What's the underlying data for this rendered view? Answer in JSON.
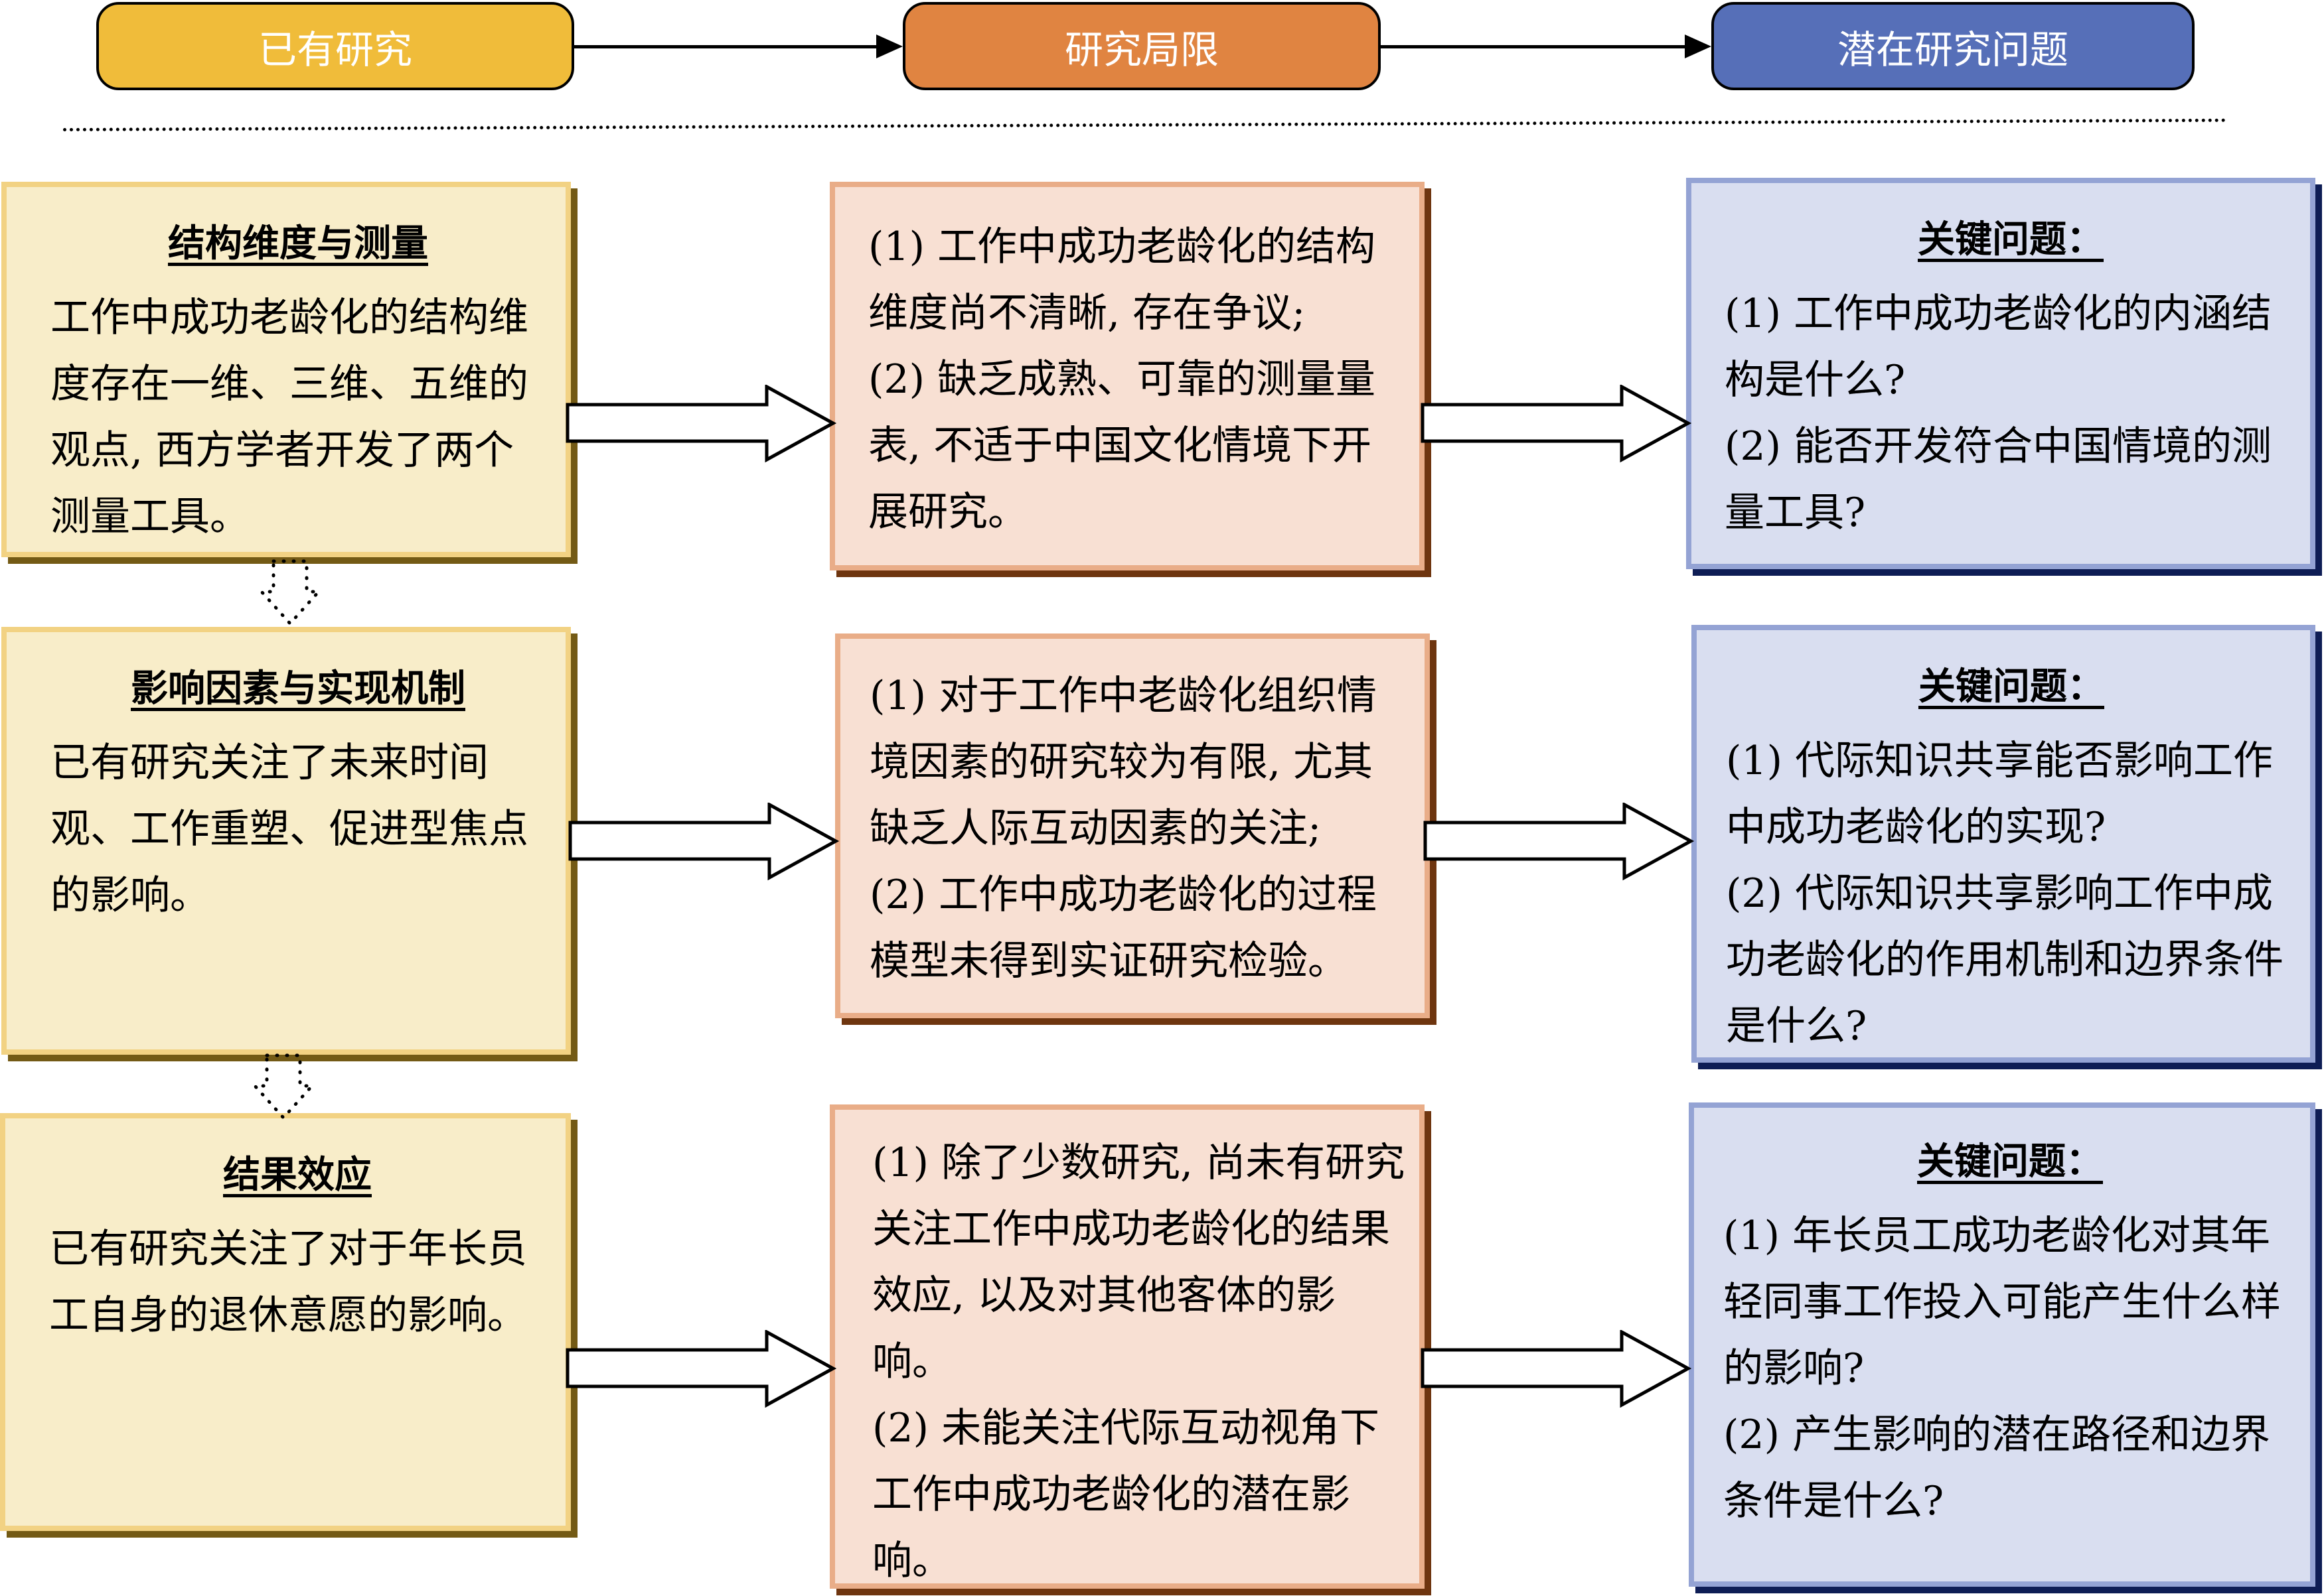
{
  "header": {
    "stages": [
      {
        "label": "已有研究",
        "color": "#f0bc3a"
      },
      {
        "label": "研究局限",
        "color": "#e08441"
      },
      {
        "label": "潜在研究问题",
        "color": "#566fb8"
      }
    ]
  },
  "colors": {
    "existing_fill": "#f8edc9",
    "existing_border": "#f2d283",
    "limit_fill": "#f8e0d3",
    "limit_border": "#e9ad88",
    "question_fill": "#d9def0",
    "question_border": "#94a3d4"
  },
  "rows": [
    {
      "existing": {
        "title": "结构维度与测量",
        "body": "工作中成功老龄化的结构维度存在一维、三维、五维的观点, 西方学者开发了两个测量工具。"
      },
      "limitations": [
        "(1) 工作中成功老龄化的结构维度尚不清晰, 存在争议;",
        " (2) 缺乏成熟、可靠的测量量表, 不适于中国文化情境下开展研究。"
      ],
      "questions": {
        "title": "关键问题：",
        "items": [
          "(1) 工作中成功老龄化的内涵结构是什么?",
          "(2) 能否开发符合中国情境的测量工具?"
        ]
      }
    },
    {
      "existing": {
        "title": "影响因素与实现机制",
        "body": "已有研究关注了未来时间观、工作重塑、促进型焦点的影响。"
      },
      "limitations": [
        "(1) 对于工作中老龄化组织情境因素的研究较为有限, 尤其缺乏人际互动因素的关注;",
        "(2) 工作中成功老龄化的过程模型未得到实证研究检验。"
      ],
      "questions": {
        "title": "关键问题：",
        "items": [
          "(1) 代际知识共享能否影响工作中成功老龄化的实现?",
          "(2) 代际知识共享影响工作中成功老龄化的作用机制和边界条件是什么?"
        ]
      }
    },
    {
      "existing": {
        "title": "结果效应",
        "body": "已有研究关注了对于年长员工自身的退休意愿的影响。"
      },
      "limitations": [
        "(1)  除了少数研究, 尚未有研究关注工作中成功老龄化的结果效应, 以及对其他客体的影响。",
        "(2) 未能关注代际互动视角下工作中成功老龄化的潜在影响。"
      ],
      "questions": {
        "title": "关键问题：",
        "items": [
          "(1) 年长员工成功老龄化对其年轻同事工作投入可能产生什么样的影响?",
          "(2) 产生影响的潜在路径和边界条件是什么?"
        ]
      }
    }
  ]
}
